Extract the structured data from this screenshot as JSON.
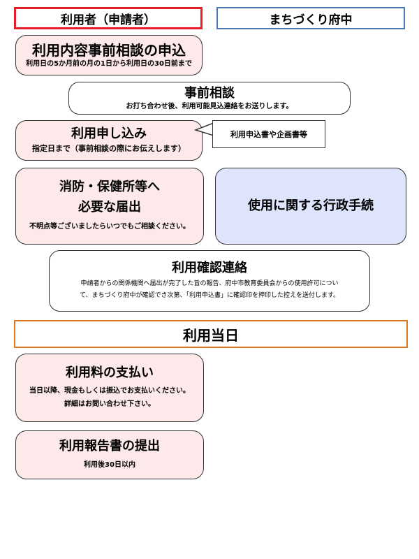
{
  "header": {
    "user_label": "利用者（申請者）",
    "org_label": "まちづくり府中"
  },
  "steps": {
    "prior_request": {
      "title": "利用内容事前相談の申込",
      "note": "利用日の5か月前の月の1日から利用日の30日前まで"
    },
    "prior_consult": {
      "title": "事前相談",
      "note": "お打ち合わせ後、利用可能見込連絡をお送りします。"
    },
    "application": {
      "title": "利用申し込み",
      "note": "指定日まで（事前相談の際にお伝えします）"
    },
    "callout": {
      "text": "利用申込書や企画書等"
    },
    "notification": {
      "title_line1": "消防・保健所等へ",
      "title_line2": "必要な届出",
      "note": "不明点等ございましたらいつでもご相談ください。"
    },
    "admin_procedure": {
      "title": "使用に関する行政手続"
    },
    "confirmation": {
      "title": "利用確認連絡",
      "note_line1": "申請者からの関係機関へ届出が完了した旨の報告、府中市教育委員会からの使用許可につい",
      "note_line2": "て、まちづくり府中が確認でき次第、「利用申込書」に確認印を押印した控えを送付します。"
    }
  },
  "day_of": {
    "header": "利用当日",
    "payment": {
      "title": "利用料の支払い",
      "note_line1": "当日以降、現金もしくは振込でお支払いください。",
      "note_line2": "詳細はお問い合わせ下さい。"
    },
    "report": {
      "title": "利用報告書の提出",
      "note": "利用後30日以内"
    }
  },
  "colors": {
    "user_header_border": "#e5202a",
    "org_header_border": "#4a78b5",
    "day_header_border": "#e07820",
    "pink_box": "#fde9e9",
    "blue_box": "#dde4fb"
  }
}
